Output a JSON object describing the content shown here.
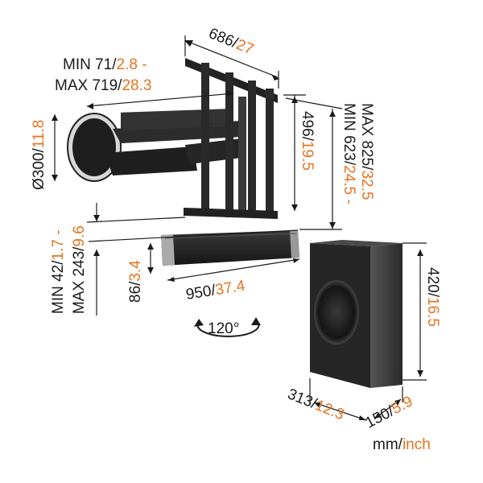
{
  "colors": {
    "accent": "#e8731e",
    "text": "#1a1a1a",
    "product_dark": "#2b2b2b",
    "background": "#ffffff"
  },
  "labels": {
    "width_top": {
      "mm": "686",
      "sep": "/",
      "inch": "27"
    },
    "depth_min": {
      "prefix": "MIN 71",
      "sep": "/",
      "inch": "2.8 -"
    },
    "depth_max": {
      "prefix": "MAX 719",
      "sep": "/",
      "inch": "28.3"
    },
    "plate": {
      "mm": "Ø300",
      "sep": "/",
      "inch": "11.8"
    },
    "height_496": {
      "mm": "496",
      "sep": "/",
      "inch": "19.5"
    },
    "height_range_min": {
      "prefix": "MIN 623",
      "sep": "/",
      "inch": "24.5 -"
    },
    "height_range_max": {
      "prefix": "MAX 825",
      "sep": "/",
      "inch": "32.5"
    },
    "drop_min": {
      "prefix": "MIN 42",
      "sep": "/",
      "inch": "1.7 -"
    },
    "drop_max": {
      "prefix": "MAX 243",
      "sep": "/",
      "inch": "9.6"
    },
    "bar_height": {
      "mm": "86",
      "sep": "/",
      "inch": "3.4"
    },
    "bar_width": {
      "mm": "950",
      "sep": "/",
      "inch": "37.4"
    },
    "rotation": "120°",
    "sub_height": {
      "mm": "420",
      "sep": "/",
      "inch": "16.5"
    },
    "sub_depth": {
      "mm": "313",
      "sep": "/",
      "inch": "12.3"
    },
    "sub_width": {
      "mm": "150",
      "sep": "/",
      "inch": "5.9"
    },
    "units": {
      "mm": "mm",
      "sep": "/",
      "inch": "inch"
    }
  }
}
